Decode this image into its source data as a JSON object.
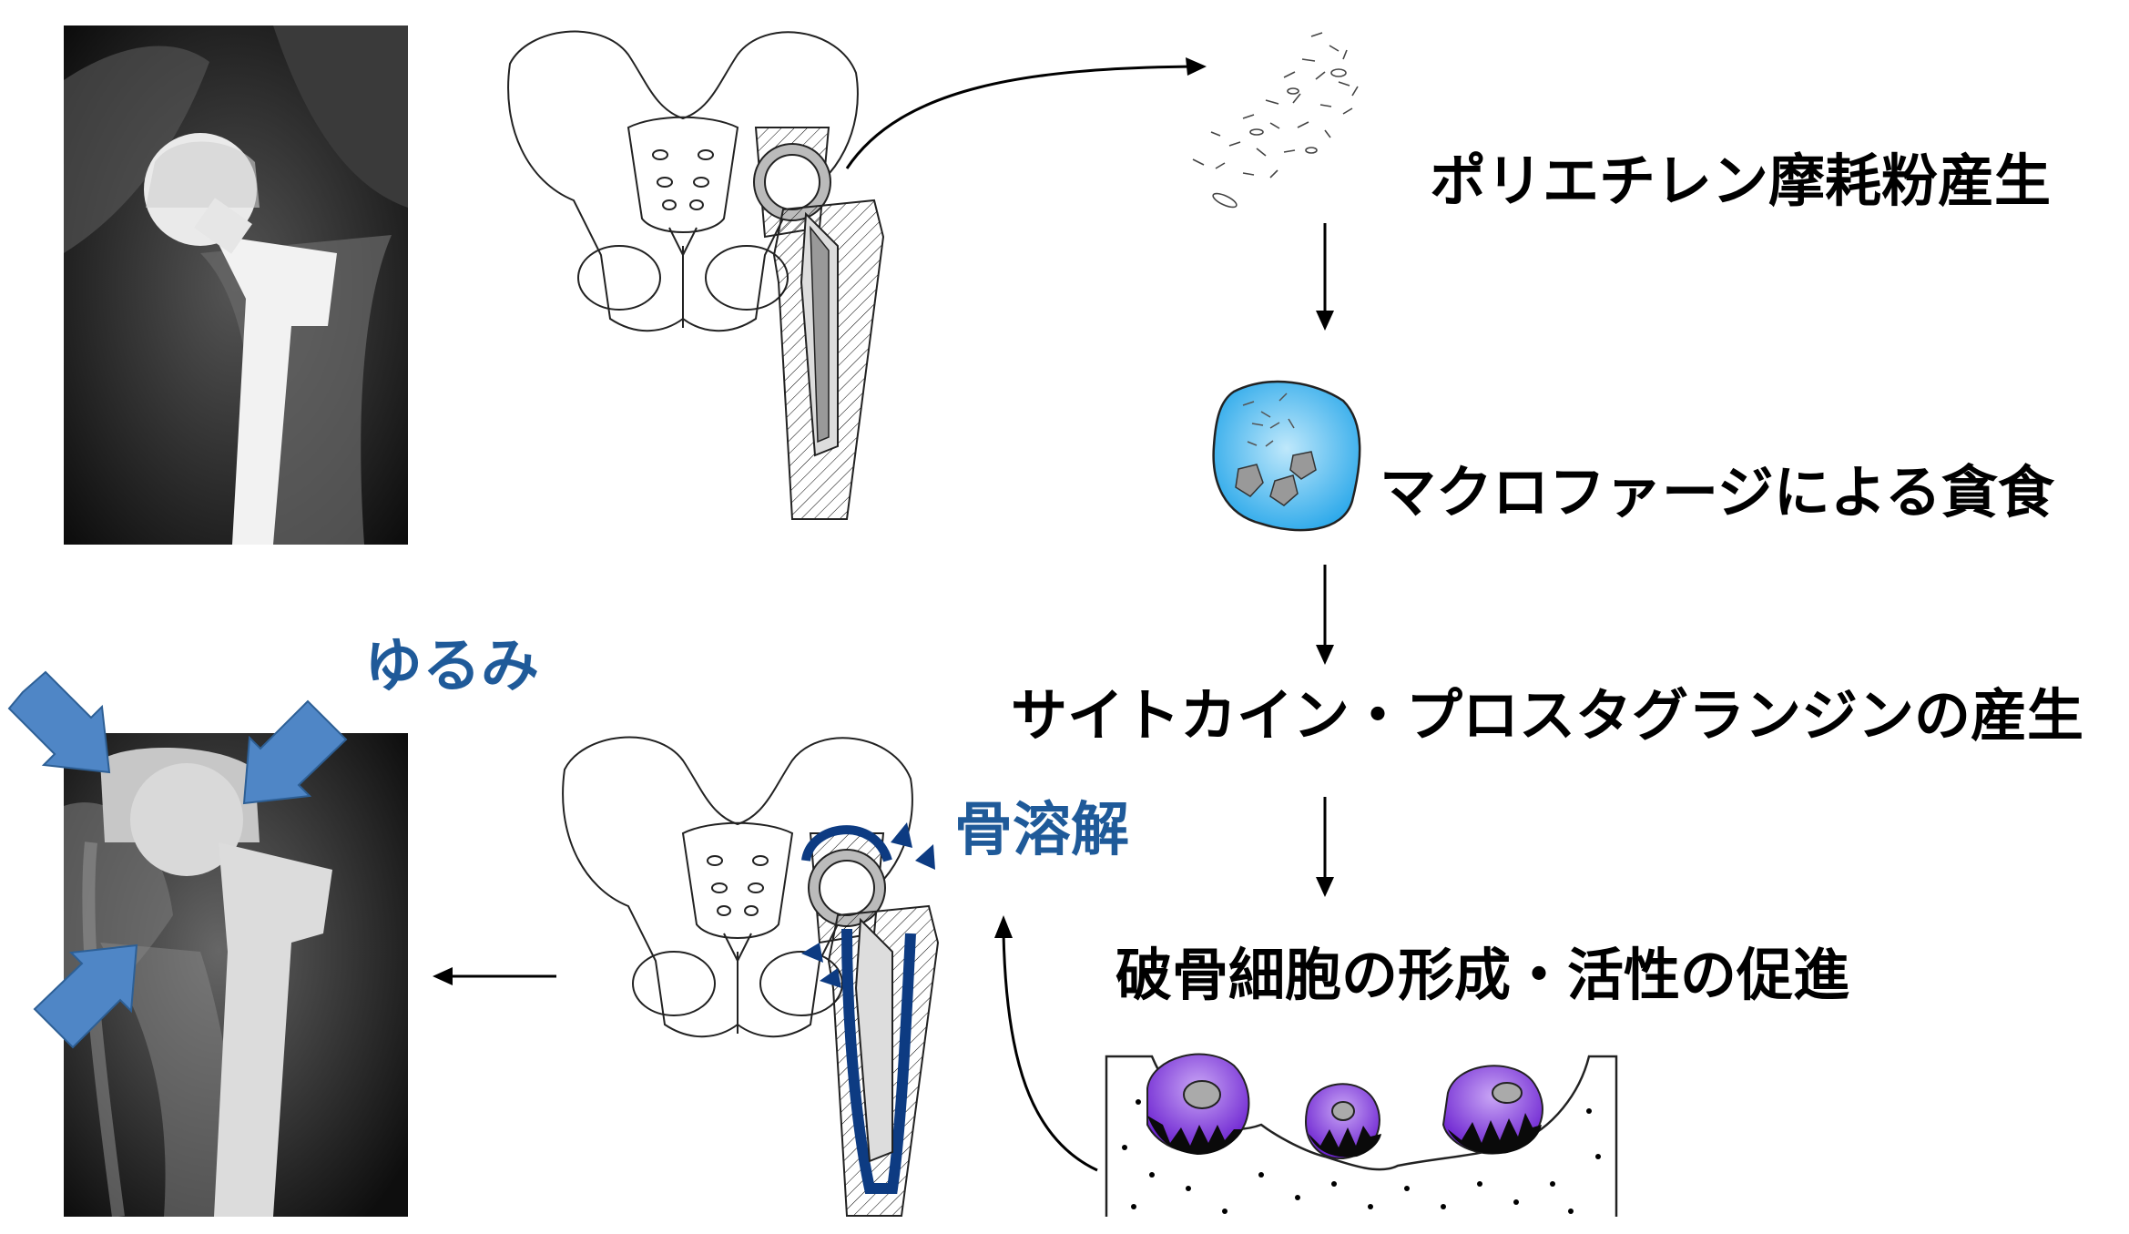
{
  "steps": {
    "polyethylene": "ポリエチレン摩耗粉産生",
    "macrophage": "マクロファージによる貪食",
    "cytokine": "サイトカイン・プロスタグランジンの産生",
    "osteoclast": "破骨細胞の形成・活性の促進"
  },
  "labels": {
    "loosening": "ゆるみ",
    "osteolysis": "骨溶解"
  },
  "colors": {
    "accent_blue": "#1f5a99",
    "arrow_blue": "#4f86c6",
    "macrophage_fill": "#3ab6ee",
    "osteoclast_fill": "#7b2ad6"
  },
  "icons": {
    "loosening_arrows": "blue-arrow-icon",
    "flow_arrows": "down-arrow-icon"
  }
}
